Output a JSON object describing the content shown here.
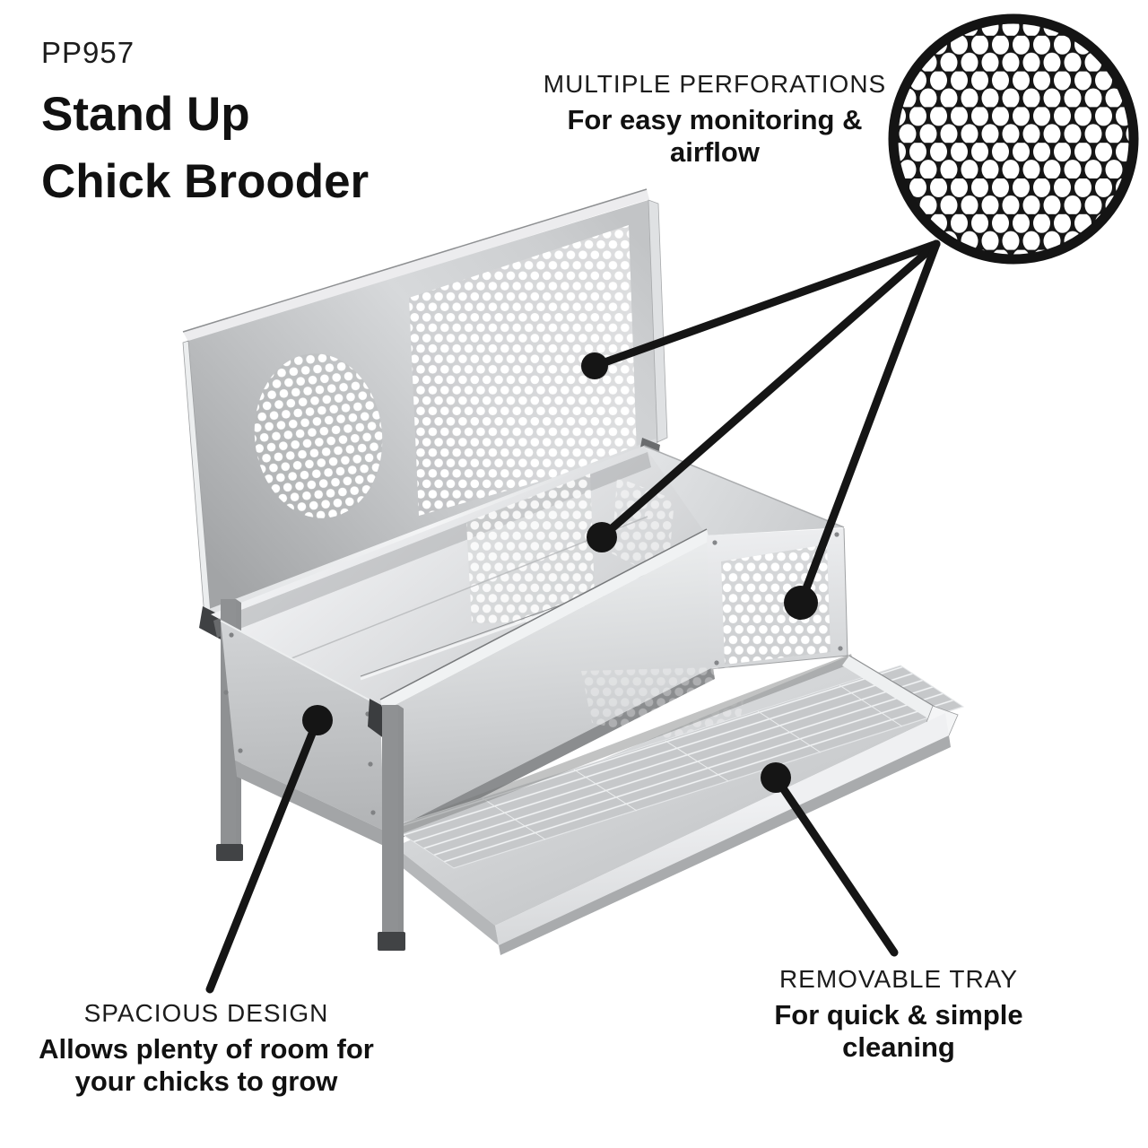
{
  "product": {
    "code": "PP957",
    "title_line1": "Stand Up",
    "title_line2": "Chick Brooder"
  },
  "callouts": {
    "perforations": {
      "title": "MULTIPLE PERFORATIONS",
      "desc_line1": "For easy monitoring &",
      "desc_line2": "airflow"
    },
    "spacious": {
      "title": "SPACIOUS DESIGN",
      "desc_line1": "Allows plenty of room for",
      "desc_line2": "your chicks to grow"
    },
    "tray": {
      "title": "REMOVABLE TRAY",
      "desc_line1": "For quick & simple",
      "desc_line2": "cleaning"
    }
  },
  "figure": {
    "detail_view": "magnified-honeycomb-mesh",
    "callout_markers": [
      "lid-perforation-dot",
      "interior-perforation-dot",
      "side-panel-perforation-dot",
      "spacious-design-dot",
      "removable-tray-dot"
    ],
    "colors": {
      "ink": "#161616",
      "background": "#ffffff",
      "metal_light": "#eceeef",
      "metal_mid": "#c6c8ca",
      "metal_dark": "#9a9c9e"
    }
  }
}
